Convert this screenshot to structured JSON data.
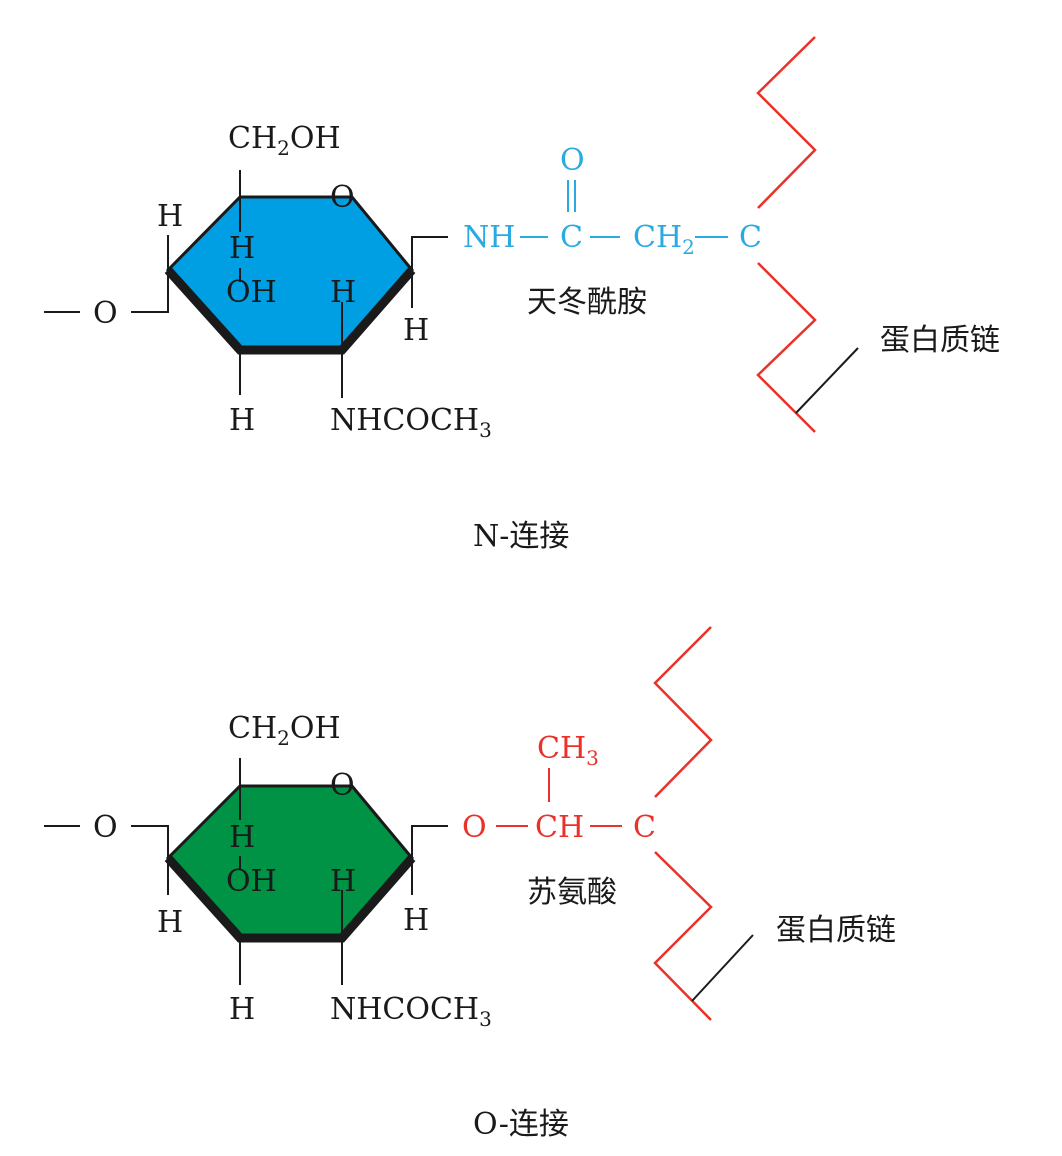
{
  "colors": {
    "n_ring": "#009fe3",
    "o_ring": "#009245",
    "asparagine": "#29abe2",
    "threonine": "#e8322a",
    "protein_chain": "#e8322a",
    "ink": "#1a1a1a"
  },
  "n_linkage": {
    "caption": "N-连接",
    "sugar": {
      "ch2oh_main": "CH",
      "ch2oh_sub": "2",
      "ch2oh_tail": "OH",
      "ring_o": "O",
      "h_top_left": "H",
      "h_c4": "H",
      "oh_c3": "OH",
      "h_c2": "H",
      "h_c1_down": "H",
      "h_bottom": "H",
      "nhcoch_main": "NHCOCH",
      "nhcoch_sub": "3",
      "o_link": "O"
    },
    "residue": {
      "nh": "NH",
      "carbonyl_o": "O",
      "c1": "C",
      "ch2_main": "CH",
      "ch2_sub": "2",
      "c_alpha": "C",
      "name": "天冬酰胺"
    },
    "chain_label": "蛋白质链"
  },
  "o_linkage": {
    "caption": "O-连接",
    "sugar": {
      "ch2oh_main": "CH",
      "ch2oh_sub": "2",
      "ch2oh_tail": "OH",
      "ring_o": "O",
      "o_link": "O",
      "h_c4": "H",
      "oh_c3": "OH",
      "h_c2": "H",
      "h_c5_down": "H",
      "h_c1_down": "H",
      "h_bottom": "H",
      "nhcoch_main": "NHCOCH",
      "nhcoch_sub": "3"
    },
    "residue": {
      "o": "O",
      "ch": "CH",
      "ch3_main": "CH",
      "ch3_sub": "3",
      "c_alpha": "C",
      "name": "苏氨酸"
    },
    "chain_label": "蛋白质链"
  }
}
